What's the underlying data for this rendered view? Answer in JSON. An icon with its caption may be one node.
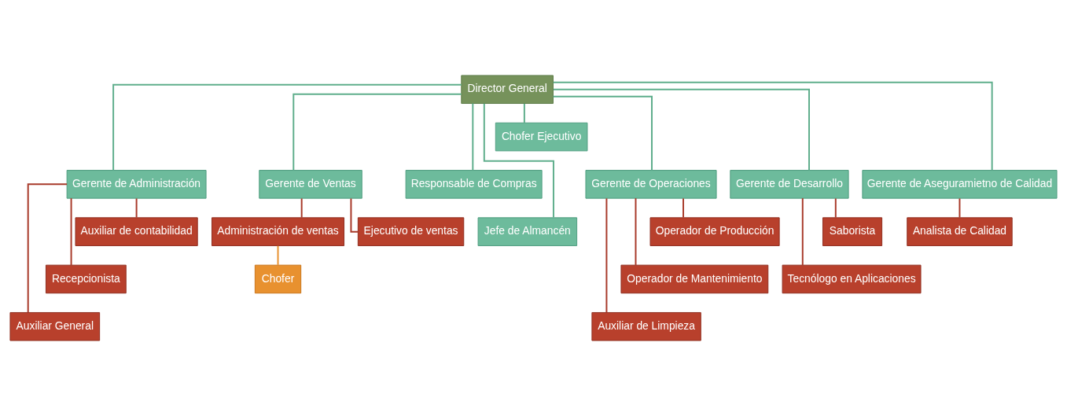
{
  "diagram": {
    "nodes": [
      {
        "text": [
          "Director General"
        ]
      },
      {
        "text": [
          "Chofer Ejecutivo"
        ]
      },
      {
        "text": [
          "Gerente de Administración"
        ]
      },
      {
        "text": [
          "Gerente de Ventas"
        ]
      },
      {
        "text": [
          "Responsable de Compras"
        ]
      },
      {
        "text": [
          "Jefe de Almancén"
        ]
      },
      {
        "text": [
          "Gerente de Operaciones"
        ]
      },
      {
        "text": [
          "Gerente de Desarrollo"
        ]
      },
      {
        "text": [
          "Gerente de Aseguramietno de Calidad"
        ]
      },
      {
        "text": [
          "Auxiliar de contabilidad"
        ]
      },
      {
        "text": [
          "Recepcionista"
        ]
      },
      {
        "text": [
          "Auxiliar General"
        ]
      },
      {
        "text": [
          "Administración de ventas"
        ]
      },
      {
        "text": [
          "Ejecutivo de ventas"
        ]
      },
      {
        "text": [
          "Chofer"
        ]
      },
      {
        "text": [
          "Operador de Producción"
        ]
      },
      {
        "text": [
          "Operador de Mantenimiento"
        ]
      },
      {
        "text": [
          "Auxiliar de Limpieza"
        ]
      },
      {
        "text": [
          "Saborista"
        ]
      },
      {
        "text": [
          "Tecnólogo en Aplicaciones"
        ]
      },
      {
        "text": [
          "Analista de Calidad"
        ]
      }
    ],
    "edges": [
      {
        "from": 0,
        "to": 1,
        "arrow": "none",
        "color": "#5fae8c"
      },
      {
        "from": 0,
        "to": 2,
        "arrow": "none",
        "color": "#5fae8c"
      },
      {
        "from": 0,
        "to": 3,
        "arrow": "none",
        "color": "#5fae8c"
      },
      {
        "from": 0,
        "to": 4,
        "arrow": "none",
        "color": "#5fae8c"
      },
      {
        "from": 0,
        "to": 5,
        "arrow": "none",
        "color": "#5fae8c"
      },
      {
        "from": 0,
        "to": 6,
        "arrow": "none",
        "color": "#5fae8c"
      },
      {
        "from": 0,
        "to": 7,
        "arrow": "none",
        "color": "#5fae8c"
      },
      {
        "from": 0,
        "to": 8,
        "arrow": "none",
        "color": "#5fae8c"
      },
      {
        "from": 2,
        "to": 9,
        "arrow": "none"
      },
      {
        "from": 2,
        "to": 10,
        "arrow": "none"
      },
      {
        "from": 2,
        "to": 11,
        "arrow": "none"
      },
      {
        "from": 3,
        "to": 12,
        "arrow": "none"
      },
      {
        "from": 3,
        "to": 13,
        "arrow": "none"
      },
      {
        "from": 12,
        "to": 14,
        "arrow": "none",
        "color": "#e8912f"
      },
      {
        "from": 6,
        "to": 15,
        "arrow": "none"
      },
      {
        "from": 6,
        "to": 16,
        "arrow": "none"
      },
      {
        "from": 6,
        "to": 17,
        "arrow": "none"
      },
      {
        "from": 7,
        "to": 18,
        "arrow": "none"
      },
      {
        "from": 7,
        "to": 19,
        "arrow": "none"
      },
      {
        "from": 8,
        "to": 20,
        "arrow": "none"
      }
    ]
  }
}
